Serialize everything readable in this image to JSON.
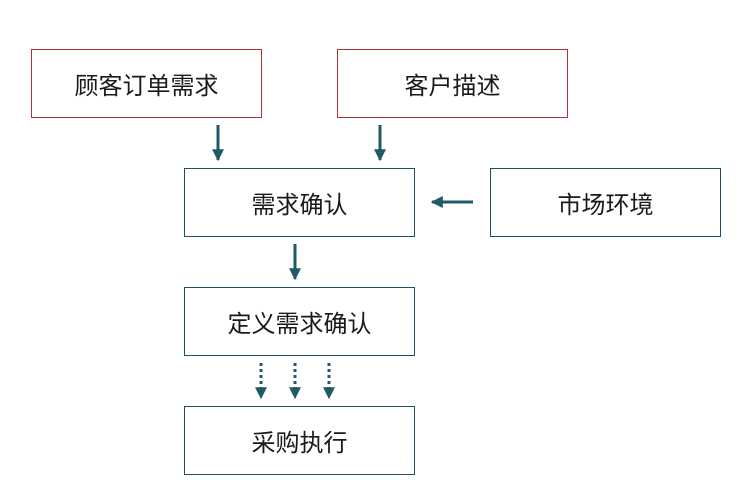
{
  "nodes": {
    "order_demand": "顾客订单需求",
    "customer_desc": "客户描述",
    "demand_confirm": "需求确认",
    "market_env": "市场环境",
    "define_confirm": "定义需求确认",
    "procure_exec": "采购执行"
  },
  "colors": {
    "red_border": "#b0303a",
    "teal_border": "#1f5060",
    "arrow": "#1f5a66"
  }
}
